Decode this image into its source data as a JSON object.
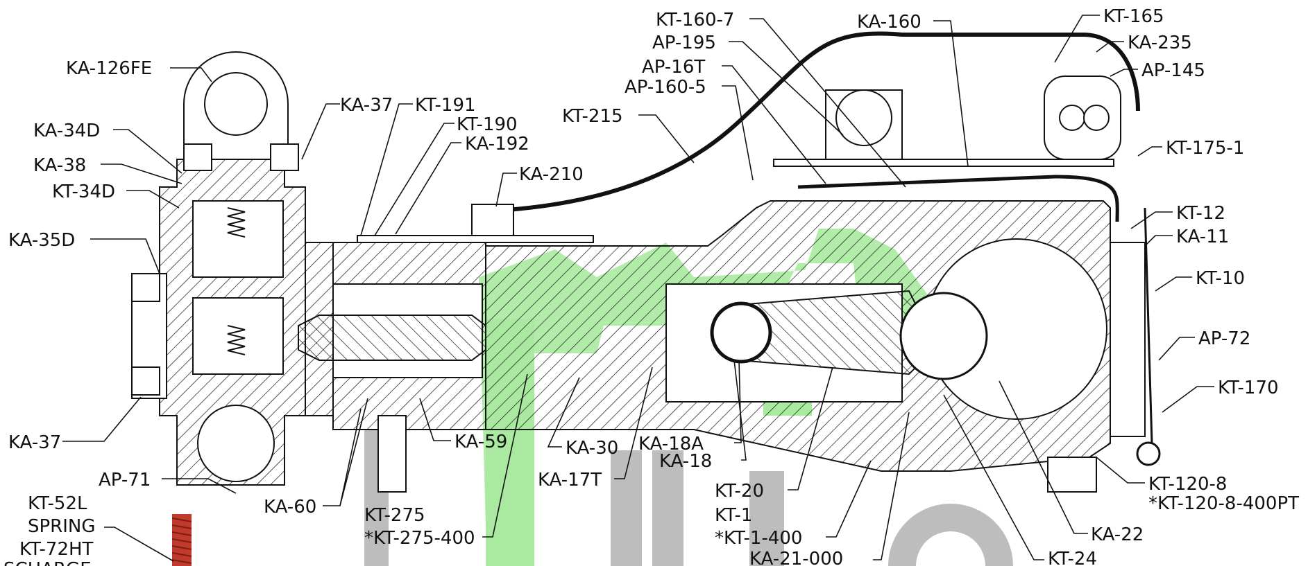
{
  "colors": {
    "ink": "#111111",
    "watermark_green": "#a9eaa0",
    "watermark_gray": "#bdbdbd",
    "spring_red": "#c0392b"
  },
  "callouts": [
    {
      "id": "KA-126FE",
      "text": "KA-126FE"
    },
    {
      "id": "KA-37-top",
      "text": "KA-37"
    },
    {
      "id": "KT-191",
      "text": "KT-191"
    },
    {
      "id": "KT-190",
      "text": "KT-190"
    },
    {
      "id": "KA-192",
      "text": "KA-192"
    },
    {
      "id": "KA-34D",
      "text": "KA-34D"
    },
    {
      "id": "KA-38",
      "text": "KA-38"
    },
    {
      "id": "KT-34D",
      "text": "KT-34D"
    },
    {
      "id": "KA-35D",
      "text": "KA-35D"
    },
    {
      "id": "KA-37-bot",
      "text": "KA-37"
    },
    {
      "id": "AP-71",
      "text": "AP-71"
    },
    {
      "id": "KA-210",
      "text": "KA-210"
    },
    {
      "id": "KT-215",
      "text": "KT-215"
    },
    {
      "id": "AP-160-5",
      "text": "AP-160-5"
    },
    {
      "id": "AP-16T",
      "text": "AP-16T"
    },
    {
      "id": "AP-195",
      "text": "AP-195"
    },
    {
      "id": "KT-160-7",
      "text": "KT-160-7"
    },
    {
      "id": "KA-160",
      "text": "KA-160"
    },
    {
      "id": "KT-165",
      "text": "KT-165"
    },
    {
      "id": "KA-235",
      "text": "KA-235"
    },
    {
      "id": "AP-145",
      "text": "AP-145"
    },
    {
      "id": "KT-175-1",
      "text": "KT-175-1"
    },
    {
      "id": "KT-12",
      "text": "KT-12"
    },
    {
      "id": "KA-11",
      "text": "KA-11"
    },
    {
      "id": "KT-10",
      "text": "KT-10"
    },
    {
      "id": "AP-72",
      "text": "AP-72"
    },
    {
      "id": "KT-170",
      "text": "KT-170"
    },
    {
      "id": "KT-120-8",
      "text": "KT-120-8"
    },
    {
      "id": "KT-120-8-400PT",
      "text": "*KT-120-8-400PT"
    },
    {
      "id": "KA-22",
      "text": "KA-22"
    },
    {
      "id": "KT-24",
      "text": "KT-24"
    },
    {
      "id": "KA-21-000",
      "text": "KA-21-000"
    },
    {
      "id": "KT-1",
      "text": "KT-1"
    },
    {
      "id": "KT-1-400",
      "text": "*KT-1-400"
    },
    {
      "id": "KT-20",
      "text": "KT-20"
    },
    {
      "id": "KA-18A",
      "text": "KA-18A"
    },
    {
      "id": "KA-18",
      "text": "KA-18"
    },
    {
      "id": "KA-30",
      "text": "KA-30"
    },
    {
      "id": "KA-17T",
      "text": "KA-17T"
    },
    {
      "id": "KA-59",
      "text": "KA-59"
    },
    {
      "id": "KA-60",
      "text": "KA-60"
    },
    {
      "id": "KT-275",
      "text": "KT-275"
    },
    {
      "id": "KT-275-400",
      "text": "*KT-275-400"
    },
    {
      "id": "KT-52L",
      "text": "KT-52L"
    },
    {
      "id": "SPRING",
      "text": "SPRING"
    },
    {
      "id": "KT-72HT",
      "text": "KT-72HT"
    },
    {
      "id": "SCHARGE",
      "text": "SCHARGE"
    }
  ]
}
